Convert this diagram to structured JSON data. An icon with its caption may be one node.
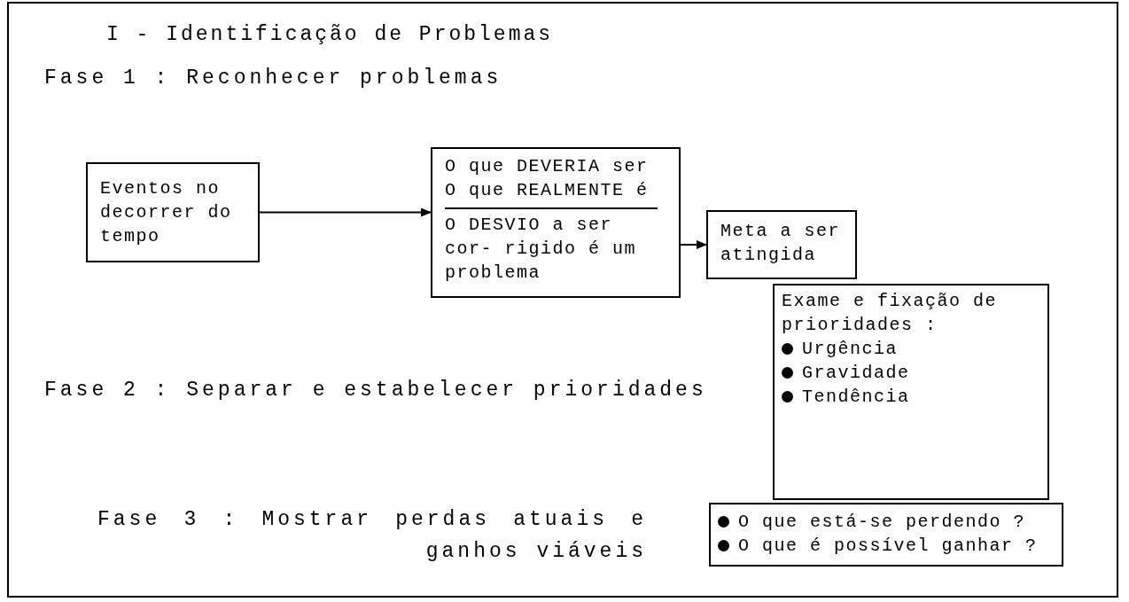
{
  "diagram": {
    "title": "I - Identificação de Problemas",
    "nodes": [
      {
        "text": [
          "Eventos no decorrer do tempo"
        ]
      },
      {
        "text": [
          "O que DEVERIA ser",
          "O que REALMENTE é",
          "O DESVIO a ser cor- rigido é um problema"
        ]
      },
      {
        "text": [
          "Meta a ser atingida"
        ]
      },
      {
        "text": [
          "Exame e fixação de prioridades :",
          "Urgência",
          "Gravidade",
          "Tendência"
        ]
      },
      {
        "text": [
          "O que está-se perdendo ?",
          "O que é possível ganhar ?"
        ]
      }
    ],
    "edges": [
      {
        "from": 0,
        "to": 1,
        "arrow": "to"
      },
      {
        "from": 1,
        "to": 2,
        "arrow": "to"
      }
    ],
    "labels": [
      "Fase 1 : Reconhecer problemas",
      "Fase 2 : Separar e estabelecer prioridades",
      "Fase 3 : Mostrar perdas atuais e ganhos viáveis"
    ]
  }
}
